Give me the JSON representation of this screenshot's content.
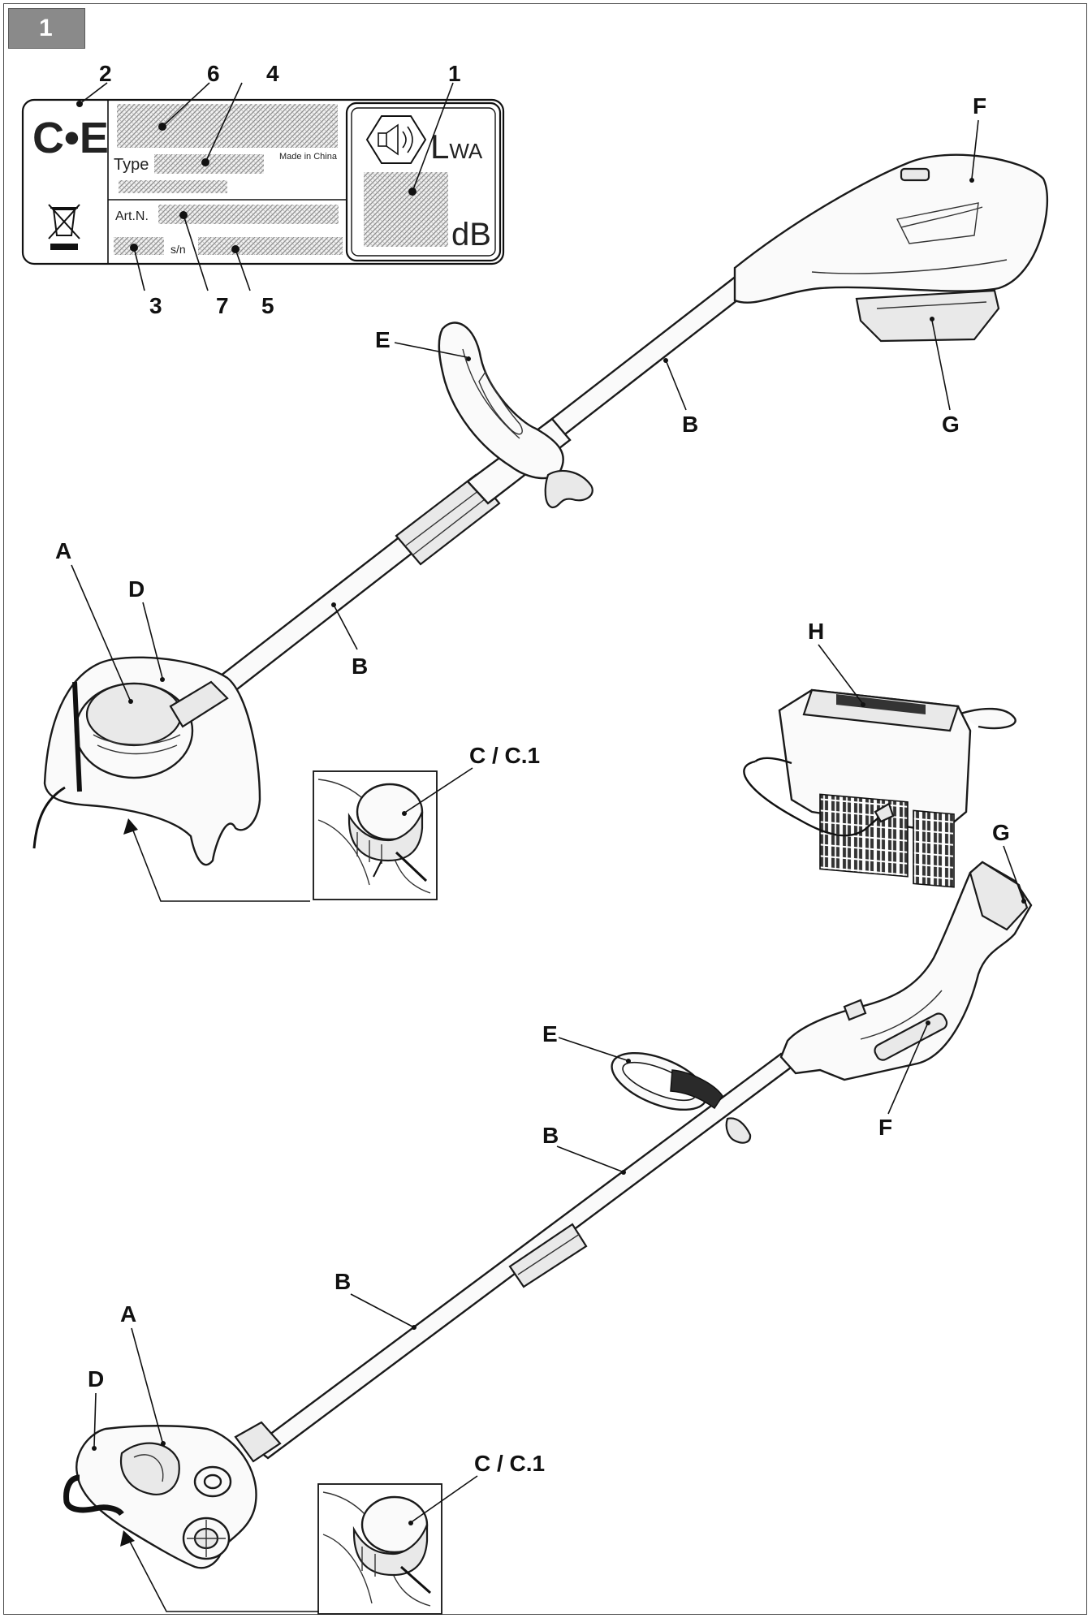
{
  "figure": {
    "number": "1"
  },
  "rating_plate": {
    "type_label": "Type",
    "made_in": "Made in China",
    "art_label": "Art.N.",
    "sn_label": "s/n",
    "lwa_main": "L",
    "lwa_sub": "WA",
    "db_unit": "dB",
    "ce_mark": "C•E",
    "callouts": [
      "1",
      "2",
      "3",
      "4",
      "5",
      "6",
      "7"
    ]
  },
  "callouts": {
    "top": {
      "A": "A",
      "B1": "B",
      "B2": "B",
      "C": "C / C.1",
      "D": "D",
      "E": "E",
      "F": "F",
      "G": "G"
    },
    "charger": {
      "H": "H"
    },
    "bottom": {
      "A": "A",
      "B1": "B",
      "B2": "B",
      "C": "C / C.1",
      "D": "D",
      "E": "E",
      "F": "F",
      "G": "G"
    }
  },
  "colors": {
    "badge": "#8a8a8a",
    "line": "#111111",
    "hatch": "#9a9a9a"
  }
}
